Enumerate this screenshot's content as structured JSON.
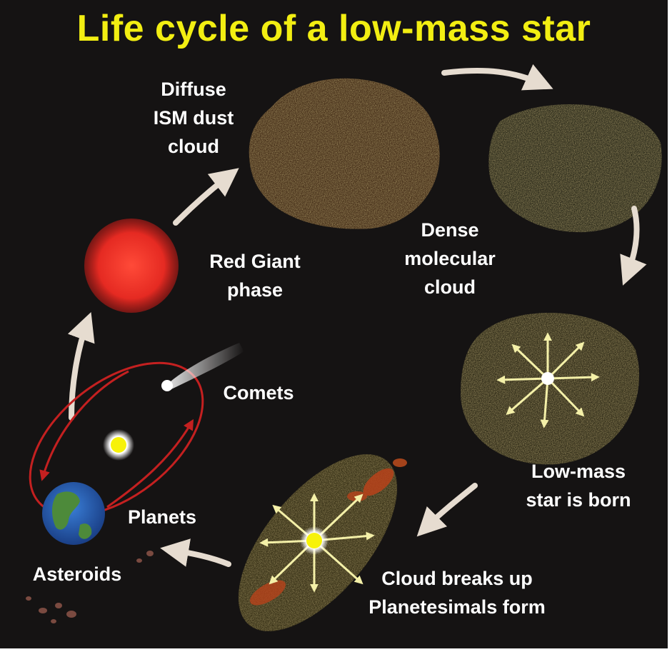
{
  "title": "Life cycle of a low-mass star",
  "stages": {
    "diffuse": [
      "Diffuse",
      "ISM dust",
      "cloud"
    ],
    "dense": [
      "Dense",
      "molecular",
      "cloud"
    ],
    "born": [
      "Low-mass",
      "star is born"
    ],
    "breakup": [
      "Cloud breaks up",
      "Planetesimals form"
    ],
    "red_giant": [
      "Red Giant",
      "phase"
    ],
    "comets": "Comets",
    "planets": "Planets",
    "asteroids": "Asteroids"
  },
  "colors": {
    "background": "#151313",
    "title": "#f2ee12",
    "label": "#ffffff",
    "red_giant": "#e8322a",
    "orbit": "#c42020",
    "cycle_arrow": "#e6dcd0",
    "star_core": "#f7f20a"
  }
}
